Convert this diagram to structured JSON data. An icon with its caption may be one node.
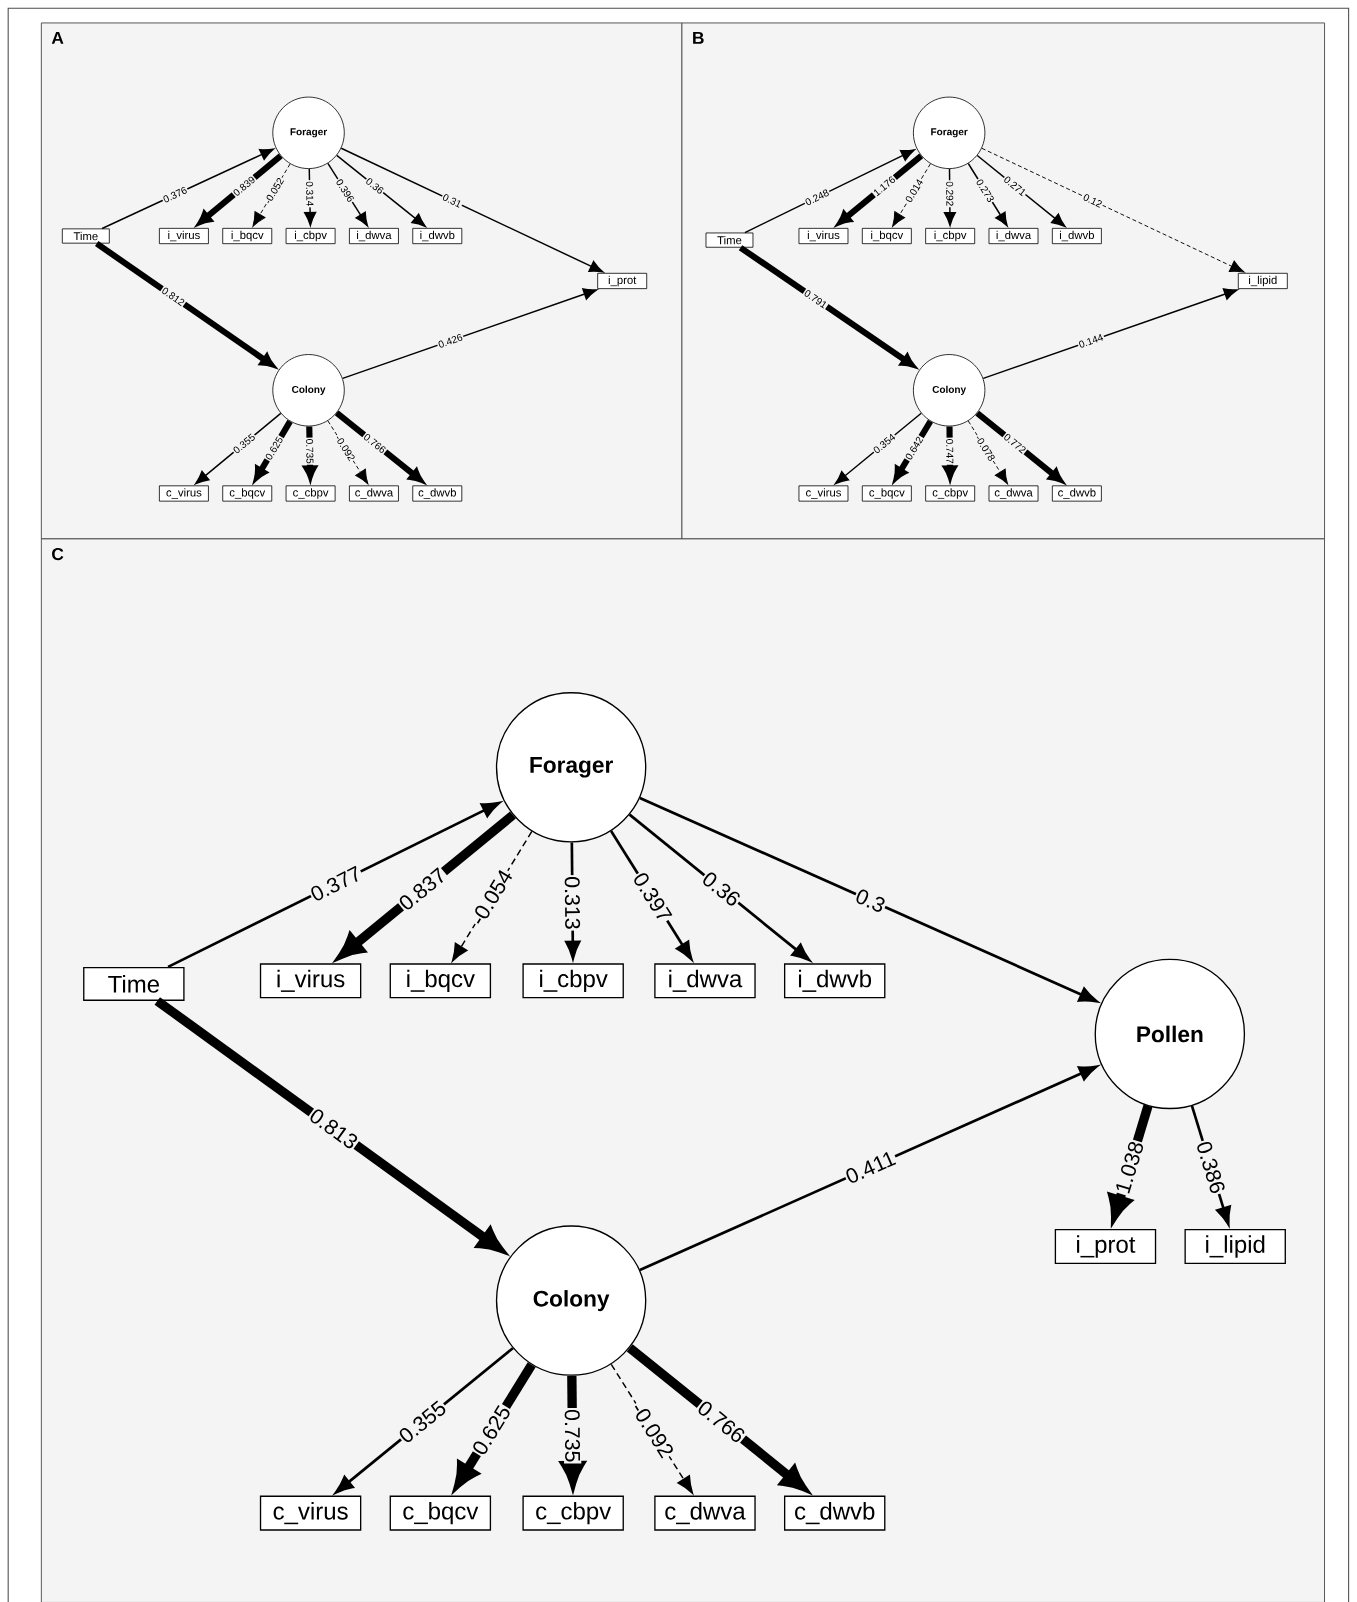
{
  "diagram": {
    "nodes": [
      {
        "text": [
          "A"
        ]
      },
      {
        "text": [
          "Forager"
        ],
        "in": 0
      },
      {
        "text": [
          "Time"
        ],
        "in": 0
      },
      {
        "text": [
          "i_virus"
        ],
        "in": 0
      },
      {
        "text": [
          "i_bqcv"
        ],
        "in": 0
      },
      {
        "text": [
          "i_cbpv"
        ],
        "in": 0
      },
      {
        "text": [
          "i_dwva"
        ],
        "in": 0
      },
      {
        "text": [
          "i_dwvb"
        ],
        "in": 0
      },
      {
        "text": [
          "i_prot"
        ],
        "in": 0
      },
      {
        "text": [
          "Colony"
        ],
        "in": 0
      },
      {
        "text": [
          "c_virus"
        ],
        "in": 0
      },
      {
        "text": [
          "c_bqcv"
        ],
        "in": 0
      },
      {
        "text": [
          "c_cbpv"
        ],
        "in": 0
      },
      {
        "text": [
          "c_dwva"
        ],
        "in": 0
      },
      {
        "text": [
          "c_dwvb"
        ],
        "in": 0
      },
      {
        "text": [
          "B"
        ]
      },
      {
        "text": [
          "Forager"
        ],
        "in": 15
      },
      {
        "text": [
          "Time"
        ],
        "in": 15
      },
      {
        "text": [
          "i_virus"
        ],
        "in": 15
      },
      {
        "text": [
          "i_bqcv"
        ],
        "in": 15
      },
      {
        "text": [
          "i_cbpv"
        ],
        "in": 15
      },
      {
        "text": [
          "i_dwva"
        ],
        "in": 15
      },
      {
        "text": [
          "i_dwvb"
        ],
        "in": 15
      },
      {
        "text": [
          "i_lipid"
        ],
        "in": 15
      },
      {
        "text": [
          "Colony"
        ],
        "in": 15
      },
      {
        "text": [
          "c_virus"
        ],
        "in": 15
      },
      {
        "text": [
          "c_bqcv"
        ],
        "in": 15
      },
      {
        "text": [
          "c_cbpv"
        ],
        "in": 15
      },
      {
        "text": [
          "c_dwva"
        ],
        "in": 15
      },
      {
        "text": [
          "c_dwvb"
        ],
        "in": 15
      },
      {
        "text": [
          "C"
        ]
      },
      {
        "text": [
          "Forager"
        ],
        "in": 30
      },
      {
        "text": [
          "Time"
        ],
        "in": 30
      },
      {
        "text": [
          "i_virus"
        ],
        "in": 30
      },
      {
        "text": [
          "i_bqcv"
        ],
        "in": 30
      },
      {
        "text": [
          "i_cbpv"
        ],
        "in": 30
      },
      {
        "text": [
          "i_dwva"
        ],
        "in": 30
      },
      {
        "text": [
          "i_dwvb"
        ],
        "in": 30
      },
      {
        "text": [
          "Pollen"
        ],
        "in": 30
      },
      {
        "text": [
          "i_prot"
        ],
        "in": 30
      },
      {
        "text": [
          "i_lipid"
        ],
        "in": 30
      },
      {
        "text": [
          "Colony"
        ],
        "in": 30
      },
      {
        "text": [
          "c_virus"
        ],
        "in": 30
      },
      {
        "text": [
          "c_bqcv"
        ],
        "in": 30
      },
      {
        "text": [
          "c_cbpv"
        ],
        "in": 30
      },
      {
        "text": [
          "c_dwva"
        ],
        "in": 30
      },
      {
        "text": [
          "c_dwvb"
        ],
        "in": 30
      }
    ],
    "edges": [
      {
        "from": 2,
        "to": 1,
        "arrow": "to",
        "label": "0.376"
      },
      {
        "from": 1,
        "to": 3,
        "arrow": "to",
        "label": "0.839",
        "style": "thick"
      },
      {
        "from": 1,
        "to": 4,
        "arrow": "to",
        "label": "-0.052",
        "style": "dashed"
      },
      {
        "from": 1,
        "to": 5,
        "arrow": "to",
        "label": "0.314"
      },
      {
        "from": 1,
        "to": 6,
        "arrow": "to",
        "label": "0.396"
      },
      {
        "from": 1,
        "to": 7,
        "arrow": "to",
        "label": "0.36"
      },
      {
        "from": 1,
        "to": 8,
        "arrow": "to",
        "label": "0.31"
      },
      {
        "from": 2,
        "to": 9,
        "arrow": "to",
        "label": "0.812",
        "style": "thick"
      },
      {
        "from": 9,
        "to": 8,
        "arrow": "to",
        "label": "0.426"
      },
      {
        "from": 9,
        "to": 10,
        "arrow": "to",
        "label": "0.355"
      },
      {
        "from": 9,
        "to": 11,
        "arrow": "to",
        "label": "0.625",
        "style": "thick"
      },
      {
        "from": 9,
        "to": 12,
        "arrow": "to",
        "label": "0.735",
        "style": "thick"
      },
      {
        "from": 9,
        "to": 13,
        "arrow": "to",
        "label": "-0.092",
        "style": "dashed"
      },
      {
        "from": 9,
        "to": 14,
        "arrow": "to",
        "label": "0.766",
        "style": "thick"
      },
      {
        "from": 17,
        "to": 16,
        "arrow": "to",
        "label": "0.248"
      },
      {
        "from": 16,
        "to": 18,
        "arrow": "to",
        "label": "1.176",
        "style": "thick"
      },
      {
        "from": 16,
        "to": 19,
        "arrow": "to",
        "label": "0.014",
        "style": "dashed"
      },
      {
        "from": 16,
        "to": 20,
        "arrow": "to",
        "label": "0.292"
      },
      {
        "from": 16,
        "to": 21,
        "arrow": "to",
        "label": "0.273"
      },
      {
        "from": 16,
        "to": 22,
        "arrow": "to",
        "label": "0.271"
      },
      {
        "from": 16,
        "to": 23,
        "arrow": "to",
        "label": "0.12",
        "style": "dashed"
      },
      {
        "from": 17,
        "to": 24,
        "arrow": "to",
        "label": "0.791",
        "style": "thick"
      },
      {
        "from": 24,
        "to": 23,
        "arrow": "to",
        "label": "0.144"
      },
      {
        "from": 24,
        "to": 25,
        "arrow": "to",
        "label": "0.354"
      },
      {
        "from": 24,
        "to": 26,
        "arrow": "to",
        "label": "0.642",
        "style": "thick"
      },
      {
        "from": 24,
        "to": 27,
        "arrow": "to",
        "label": "0.747",
        "style": "thick"
      },
      {
        "from": 24,
        "to": 28,
        "arrow": "to",
        "label": "-0.078",
        "style": "dashed"
      },
      {
        "from": 24,
        "to": 29,
        "arrow": "to",
        "label": "0.772",
        "style": "thick"
      },
      {
        "from": 32,
        "to": 31,
        "arrow": "to",
        "label": "0.377"
      },
      {
        "from": 31,
        "to": 33,
        "arrow": "to",
        "label": "0.837",
        "style": "thick"
      },
      {
        "from": 31,
        "to": 34,
        "arrow": "to",
        "label": "-0.054",
        "style": "dashed"
      },
      {
        "from": 31,
        "to": 35,
        "arrow": "to",
        "label": "0.313"
      },
      {
        "from": 31,
        "to": 36,
        "arrow": "to",
        "label": "0.397"
      },
      {
        "from": 31,
        "to": 37,
        "arrow": "to",
        "label": "0.36"
      },
      {
        "from": 31,
        "to": 38,
        "arrow": "to",
        "label": "0.3"
      },
      {
        "from": 32,
        "to": 41,
        "arrow": "to",
        "label": "0.813",
        "style": "thick"
      },
      {
        "from": 41,
        "to": 38,
        "arrow": "to",
        "label": "0.411"
      },
      {
        "from": 38,
        "to": 39,
        "arrow": "to",
        "label": "1.038",
        "style": "thick"
      },
      {
        "from": 38,
        "to": 40,
        "arrow": "to",
        "label": "0.386"
      },
      {
        "from": 41,
        "to": 42,
        "arrow": "to",
        "label": "0.355"
      },
      {
        "from": 41,
        "to": 43,
        "arrow": "to",
        "label": "0.625",
        "style": "thick"
      },
      {
        "from": 41,
        "to": 44,
        "arrow": "to",
        "label": "0.735",
        "style": "thick"
      },
      {
        "from": 41,
        "to": 45,
        "arrow": "to",
        "label": "-0.092",
        "style": "dashed"
      },
      {
        "from": 41,
        "to": 46,
        "arrow": "to",
        "label": "0.766",
        "style": "thick"
      }
    ]
  }
}
